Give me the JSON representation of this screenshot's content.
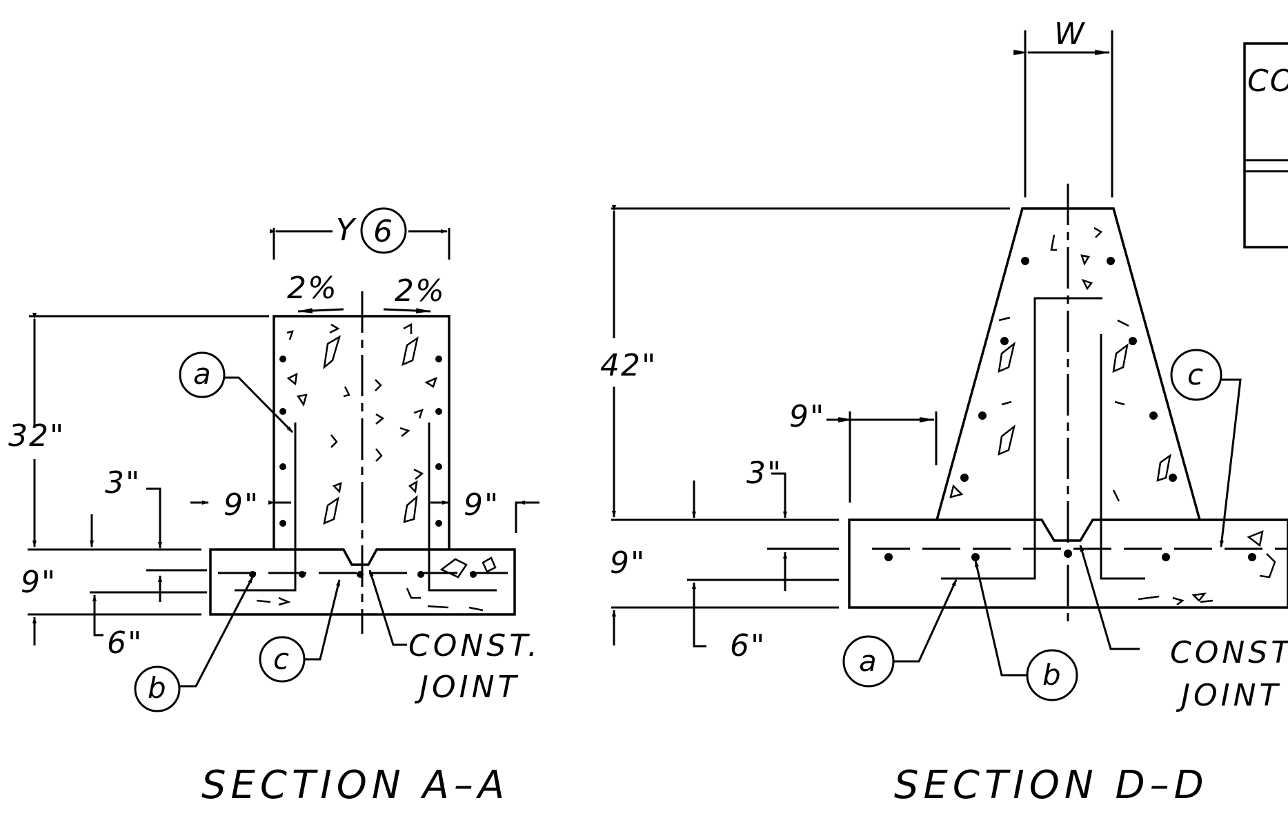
{
  "section_aa": {
    "title": "SECTION  A–A",
    "dim_width": "Y",
    "dim_width_ref": "6",
    "slope_left": "2%",
    "slope_right": "2%",
    "dim_height": "32\"",
    "dim_3in": "3\"",
    "dim_9in_left": "9\"",
    "dim_9in_right": "9\"",
    "dim_9in_footing": "9\"",
    "dim_6in": "6\"",
    "bubble_a": "a",
    "bubble_b": "b",
    "bubble_c": "c",
    "joint_line1": "CONST.",
    "joint_line2": "JOINT"
  },
  "section_dd": {
    "title": "SECTION  D–D",
    "dim_width": "W",
    "dim_height": "42\"",
    "dim_9in_top": "9\"",
    "dim_3in": "3\"",
    "dim_9in_footing": "9\"",
    "dim_6in": "6\"",
    "bubble_a": "a",
    "bubble_b": "b",
    "bubble_c": "c",
    "joint_line1": "CONST",
    "joint_line2": "JOINT",
    "inset_label": "CO"
  }
}
